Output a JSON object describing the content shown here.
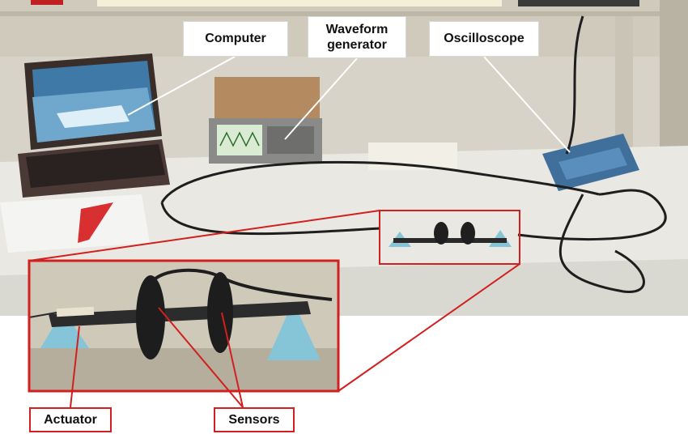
{
  "labels": {
    "computer": "Computer",
    "waveform_generator": "Waveform\ngenerator",
    "oscilloscope": "Oscilloscope",
    "actuator": "Actuator",
    "sensors": "Sensors"
  },
  "colors": {
    "callout_red": "#d21f1f",
    "bench_shelf": "#d9d6cc",
    "foam_blue": "#86c4d8",
    "oscilloscope_blue": "#3f6f9a"
  }
}
